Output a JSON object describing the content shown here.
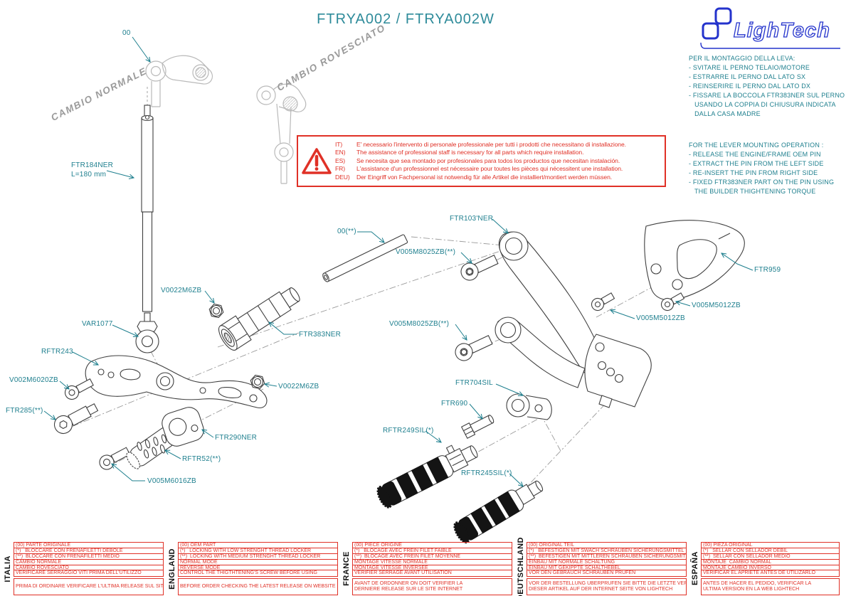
{
  "page_title": "FTRYA002 / FTRYA002W",
  "logo": {
    "brand": "LighTech"
  },
  "mounting_instructions": {
    "it": {
      "heading": "PER IL MONTAGGIO DELLA LEVA:",
      "lines": [
        "- SVITARE IL PERNO TELAIO/MOTORE",
        "- ESTRARRE IL PERNO DAL LATO SX",
        "- REINSERIRE IL PERNO DAL LATO DX",
        "- FISSARE LA BOCCOLA FTR383NER SUL PERNO",
        "   USANDO LA COPPIA DI CHIUSURA INDICATA",
        "   DALLA CASA MADRE"
      ]
    },
    "en": {
      "heading": "FOR THE LEVER MOUNTING OPERATION :",
      "lines": [
        "- RELEASE THE ENGINE/FRAME OEM PIN",
        "- EXTRACT THE PIN FROM THE LEFT SIDE",
        "- RE-INSERT THE PIN FROM RIGHT SIDE",
        "- FIXED FTR383NER PART ON THE PIN USING",
        "   THE BUILDER THIGHTENING TORQUE"
      ]
    }
  },
  "warning_box": {
    "rows": [
      {
        "code": "IT)",
        "text": "E' necessario l'intervento di personale professionale per tutti i prodotti che necessitano di installazione."
      },
      {
        "code": "EN)",
        "text": "The assistance of professional staff is necessary for all parts which require installation."
      },
      {
        "code": "ES)",
        "text": "Se necesita que sea montado por profesionales para todos los productos que necesitan instalación."
      },
      {
        "code": "FR)",
        "text": "L'assistance d'un professionnel est nécessaire pour toutes les pièces qui nécessitent une installation."
      },
      {
        "code": "DEU)",
        "text": "Der Eingriff von Fachpersonal ist notwendig  für alle Artikel die installiert/montiert werden müssen."
      }
    ]
  },
  "diagram": {
    "annotations": {
      "normal_shift": "CAMBIO NORMALE",
      "reverse_shift": "CAMBIO ROVESCIATO"
    },
    "labels": {
      "oem_lever": "00",
      "ftr184ner": "FTR184NER",
      "ftr184ner_length": "L=180 mm",
      "var1077": "VAR1077",
      "rftr243": "RFTR243",
      "v002m6020zb": "V002M6020ZB",
      "ftr285": "FTR285(**)",
      "v005m6016zb": "V005M6016ZB",
      "rftr52": "RFTR52(**)",
      "ftr290ner": "FTR290NER",
      "v0022m6zb_upper": "V0022M6ZB",
      "v0022m6zb_lower": "V0022M6ZB",
      "ftr383ner": "FTR383NER",
      "oem_pin": "00(**)",
      "v005m8025zb_upper": "V005M8025ZB(**)",
      "v005m8025zb_lower": "V005M8025ZB(**)",
      "ftr103ner": "FTR103'NER",
      "ftr959": "FTR959",
      "v005m5012zb_right": "V005M5012ZB",
      "v005m5012zb_left": "V005M5012ZB",
      "ftr704sil": "FTR704SIL",
      "ftr690": "FTR690",
      "rftr249sil": "RFTR249SIL(*)",
      "rftr245sil": "RFTR245SIL(*)"
    }
  },
  "legend_tables": [
    {
      "country": "ITALIA",
      "rows": [
        "(00) PARTE ORIGINALE",
        "(*)   BLOCCARE CON FRENAFILETTI DEBOLE",
        "(**)  BLOCCARE CON FRENAFILETTI MEDIO",
        "CAMBIO NORMALE",
        "CAMBIO ROVESCIATO",
        "VERIFICARE SERRAGGIO VITI PRIMA DELL'UTILIZZO"
      ],
      "note": [
        "PRIMA DI ORDINARE VERIFICARE L'ULTIMA RELEASE SUL SITO"
      ]
    },
    {
      "country": "ENGLAND",
      "rows": [
        "(00) OEM PART",
        "(*)   LOCKING WITH LOW STRENGHT THREAD LOCKER",
        "(**)  LOCKING WITH MEDIUM STRENGHT THREAD LOCKER",
        "NORMAL MODE",
        "REVERSE MODE",
        "CONTROL THE THIGTHTENING'S SCREW BEFORE USING"
      ],
      "note": [
        "BEFORE ORDER CHECKING THE LATEST RELEASE ON WEBSITE"
      ]
    },
    {
      "country": "FRANCE",
      "rows": [
        "(00) PIECE ORIGINE",
        "(*)   BLOCAGE AVEC FREIN FILET FAIBLE",
        "(**)  BLOCAGE AVEC FREIN FILET MOYENNE",
        "MONTAGE VITESSE NORMALE",
        "MONTAGE VITESSE INVERSEE",
        "VERIFIER SERRAGE AVANT UTILISATION"
      ],
      "note": [
        "AVANT DE ORDONNER ON DOIT VÉRIFIER LA",
        "DERNIERE RELEASE SUR LE SITE INTERNET"
      ]
    },
    {
      "country": "DEUTSCHLAND",
      "rows": [
        "(00) ORIGINAL TEIL",
        "(*)   BEFESTIGEN MIT SWACH SCHRAUBEN SICHERUNGSMITTEL",
        "(**)  BEFESTIGEN MIT MITTLEREN SCHRAUBEN SICHERUNGSMITTEL",
        "EINBAU MIT NORMALE SCHALTUNG",
        "EINBAU MIT GEKIPPTE SCHALTHEBEL",
        "VOR DEN GEBRAUCH SCHRAUBEN PRÜFEN"
      ],
      "note": [
        "VOR DER BESTELLUNG ÜBERPRÜFEN SIE BITTE DIE LETZTE VERSION",
        "DIESER ARTIKEL AUF DER INTERNET SEITE VON LIGHTECH"
      ]
    },
    {
      "country": "ESPAÑA",
      "rows": [
        "(00) PIEZA ORIGINAL",
        "(*)   SELLAR CON SELLADOR DEBIL",
        "(**)  SELLAR CON SELLADOR MEDIO",
        "MONTAJE  CAMBIO NORMAL",
        "MONTAJE CAMBIO INVERSO",
        "VERIFICAR EL APRIETE ANTES DE UTILIZARLO"
      ],
      "note": [
        "ANTES DE HACER EL PEDIDO, VERIFICAR LA",
        "ULTIMA VERSION EN LA WEB LIGHTECH"
      ]
    }
  ]
}
